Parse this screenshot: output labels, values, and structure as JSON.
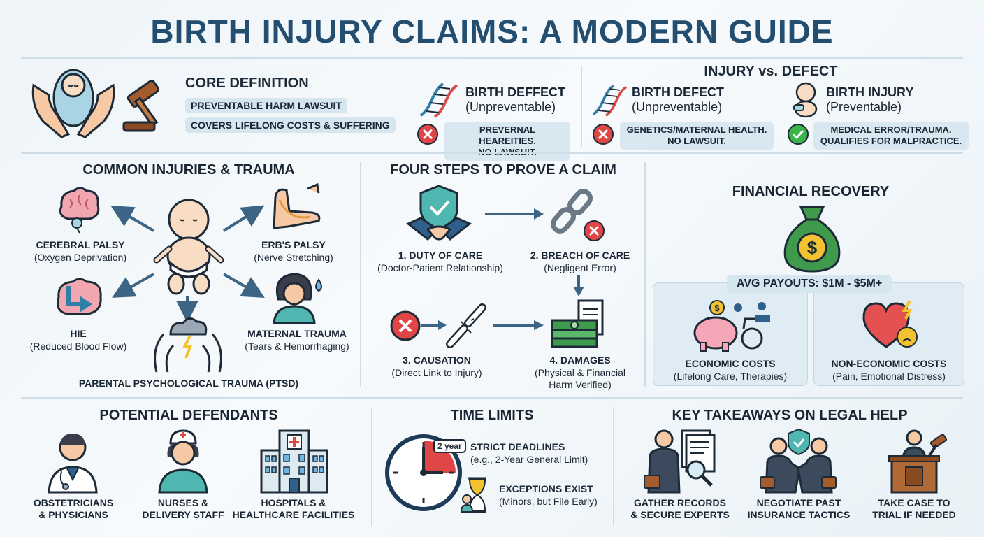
{
  "title": "BIRTH INJURY CLAIMS: A MODERN GUIDE",
  "core": {
    "heading": "CORE DEFINITION",
    "pills": [
      "PREVENTABLE HARM LAWSUIT",
      "COVERS LIFELONG COSTS & SUFFERING"
    ]
  },
  "defect_left": {
    "title": "BIRTH DEFFECT",
    "subtitle": "(Unpreventable)",
    "note_line1": "PREVERNAL HEAREITIES.",
    "note_line2": "NO LAWSUIT."
  },
  "versus": {
    "heading": "INJURY vs. DEFECT",
    "defect": {
      "title": "BIRTH DEFECT",
      "subtitle": "(Unpreventable)",
      "note_line1": "GENETICS/MATERNAL HEALTH.",
      "note_line2": "NO LAWSUIT."
    },
    "injury": {
      "title": "BIRTH INJURY",
      "subtitle": "(Preventable)",
      "note_line1": "MEDICAL ERROR/TRAUMA.",
      "note_line2": "QUALIFIES FOR MALPRACTICE."
    }
  },
  "injuries": {
    "heading": "COMMON INJURIES & TRAUMA",
    "items": [
      {
        "name": "CEREBRAL PALSY",
        "detail": "(Oxygen Deprivation)"
      },
      {
        "name": "ERB'S PALSY",
        "detail": "(Nerve Stretching)"
      },
      {
        "name": "HIE",
        "detail": "(Reduced Blood Flow)"
      },
      {
        "name": "MATERNAL TRAUMA",
        "detail": "(Tears & Hemorrhaging)"
      }
    ],
    "ptsd": "PARENTAL PSYCHOLOGICAL TRAUMA (PTSD)"
  },
  "steps": {
    "heading": "FOUR STEPS TO PROVE A CLAIM",
    "items": [
      {
        "name": "1. DUTY OF CARE",
        "detail": "(Doctor-Patient Relationship)"
      },
      {
        "name": "2. BREACH OF CARE",
        "detail": "(Negligent Error)"
      },
      {
        "name": "3. CAUSATION",
        "detail": "(Direct Link to Injury)"
      },
      {
        "name": "4. DAMAGES",
        "detail_line1": "(Physical & Financial",
        "detail_line2": "Harm Verified)"
      }
    ]
  },
  "financial": {
    "heading": "FINANCIAL RECOVERY",
    "payout": "AVG PAYOUTS: $1M - $5M+",
    "economic": {
      "name": "ECONOMIC COSTS",
      "detail": "(Lifelong Care, Therapies)"
    },
    "noneconomic": {
      "name": "NON-ECONOMIC COSTS",
      "detail": "(Pain, Emotional Distress)"
    },
    "bag_symbol": "$",
    "coin_symbol": "$"
  },
  "defendants": {
    "heading": "POTENTIAL DEFENDANTS",
    "items": [
      {
        "line1": "OBSTETRICIANS",
        "line2": "& PHYSICIANS"
      },
      {
        "line1": "NURSES &",
        "line2": "DELIVERY STAFF"
      },
      {
        "line1": "HOSPITALS &",
        "line2": "HEALTHCARE FACILITIES"
      }
    ]
  },
  "time": {
    "heading": "TIME LIMITS",
    "tag": "2 year",
    "deadline": {
      "name": "STRICT DEADLINES",
      "detail": "(e.g., 2-Year General Limit)"
    },
    "exceptions": {
      "name": "EXCEPTIONS EXIST",
      "detail": "(Minors, but File Early)"
    }
  },
  "legal": {
    "heading": "KEY TAKEAWAYS ON LEGAL HELP",
    "items": [
      {
        "line1": "GATHER RECORDS",
        "line2": "& SECURE EXPERTS"
      },
      {
        "line1": "NEGOTIATE PAST",
        "line2": "INSURANCE TACTICS"
      },
      {
        "line1": "TAKE CASE TO",
        "line2": "TRIAL IF NEEDED"
      }
    ]
  },
  "colors": {
    "title": "#234e70",
    "accent_teal": "#2f8f8a",
    "error_red": "#e04646",
    "ok_green": "#3bb54a",
    "money_green": "#3f9a4c"
  }
}
